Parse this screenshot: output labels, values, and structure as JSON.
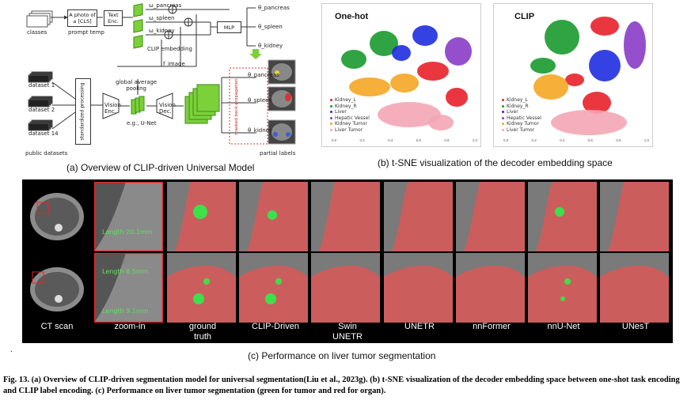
{
  "panel_a": {
    "caption": "(a) Overview of CLIP-driven Universal Model",
    "classes": "classes",
    "prompt_box": "A photo of\na [CLS]",
    "prompt_temp": "prompt temp",
    "text_enc": "Text\nEnc.",
    "w_pancreas": "ω_pancreas",
    "w_spleen": "ω_spleen",
    "w_kidney": "ω_kidney",
    "clip_embedding": "CLIP embedding",
    "mlp": "MLP",
    "theta_pancreas": "θ_pancreas",
    "theta_spleen": "θ_spleen",
    "theta_kidney": "θ_kidney",
    "f_image": "f_image",
    "gap": "global average\npooling",
    "vision_enc": "Vision\nEnc.",
    "vision_dec": "Vision\nDec.",
    "unet": "e.g., U-Net",
    "std_proc": "standardized processing",
    "masked_bp": "masked back-propagation",
    "datasets": [
      "dataset 1",
      "dataset 2",
      "dataset 14"
    ],
    "public_datasets": "public datasets",
    "partial_labels": "partial labels",
    "head_pancreas": "θ_pancreas",
    "head_spleen": "θ_spleen",
    "head_kidney": "θ_kidney"
  },
  "panel_b": {
    "caption": "(b) t-SNE visualization of the decoder embedding space",
    "left_title": "One-hot",
    "right_title": "CLIP",
    "ticks": [
      "0.0",
      "0.2",
      "0.4",
      "0.6",
      "0.8",
      "1.0"
    ],
    "legend": [
      "Kidney_L",
      "Kidney_R",
      "Liver",
      "Hepatic Vessel",
      "Kidney Tumor",
      "Liver Tumor"
    ],
    "colors": {
      "red": "#e8212a",
      "green": "#1a9a2e",
      "blue": "#1f2ee0",
      "purple": "#8a3cc8",
      "orange": "#f5a623",
      "pink": "#f4a6b5"
    }
  },
  "panel_c": {
    "caption": "(c) Performance on liver tumor segmentation",
    "columns": [
      "CT scan",
      "zoom-in",
      "ground\ntruth",
      "CLIP-Driven",
      "Swin\nUNETR",
      "UNETR",
      "nnFormer",
      "nnU-Net",
      "UNesT"
    ],
    "length1": "Length 20.1mm",
    "length2": "Length 8.5mm",
    "length3": "Length 9.1mm"
  },
  "dot": ".",
  "figure_caption": "Fig. 13. (a) Overview of CLIP-driven segmentation model for universal segmentation(Liu et al., 2023g). (b) t-SNE visualization of the decoder embedding space between one-shot task encoding and CLIP label encoding. (c) Performance on liver tumor segmentation (green for tumor and red for organ)."
}
